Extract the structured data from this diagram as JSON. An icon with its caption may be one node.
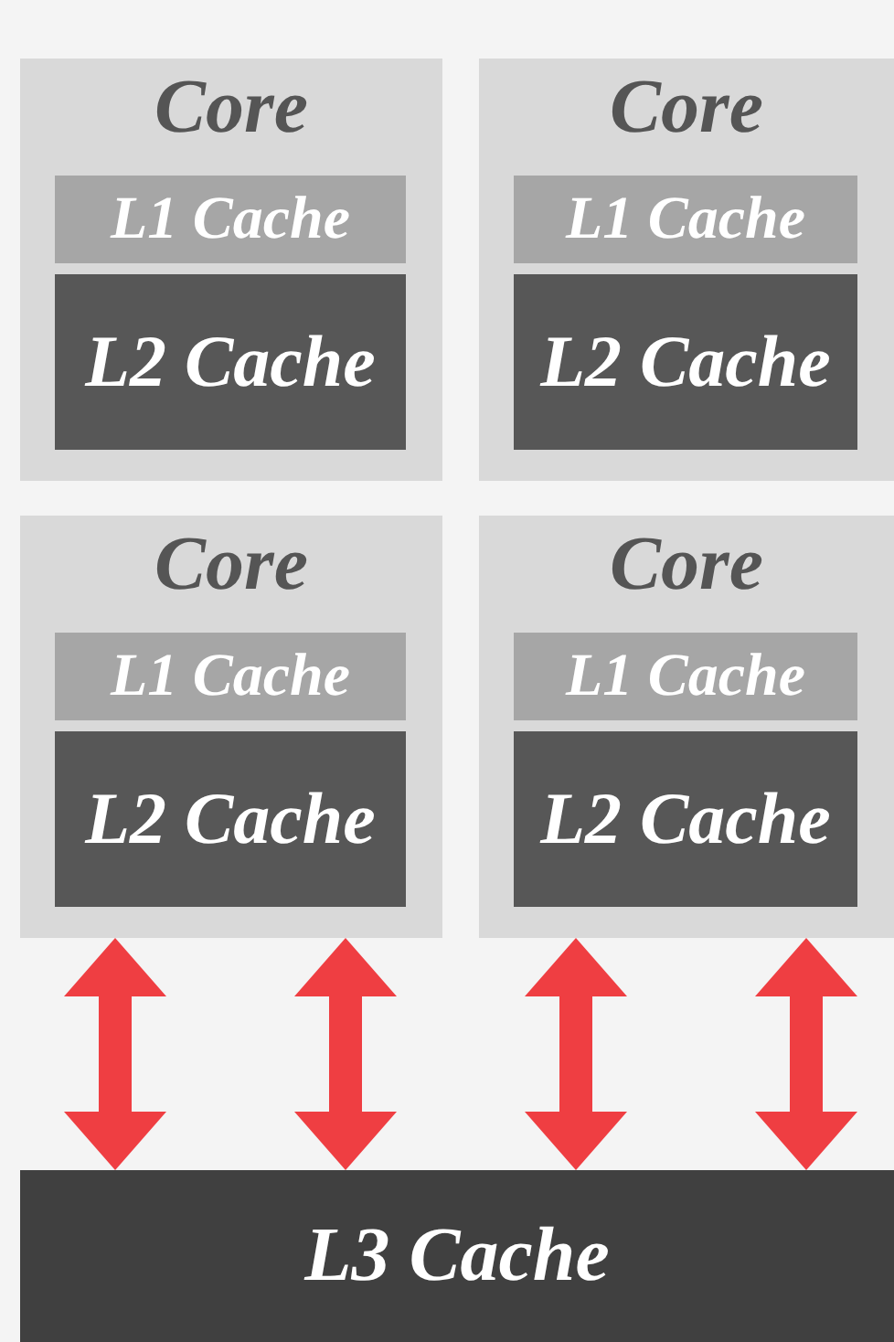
{
  "diagram": {
    "nodes": [
      {
        "text": [
          "Core"
        ]
      },
      {
        "text": [
          "L1 Cache"
        ],
        "in": 0
      },
      {
        "text": [
          "L2 Cache"
        ],
        "in": 0
      },
      {
        "text": [
          "Core"
        ]
      },
      {
        "text": [
          "L1 Cache"
        ],
        "in": 3
      },
      {
        "text": [
          "L2 Cache"
        ],
        "in": 3
      },
      {
        "text": [
          "Core"
        ]
      },
      {
        "text": [
          "L1 Cache"
        ],
        "in": 6
      },
      {
        "text": [
          "L2 Cache"
        ],
        "in": 6
      },
      {
        "text": [
          "Core"
        ]
      },
      {
        "text": [
          "L1 Cache"
        ],
        "in": 9
      },
      {
        "text": [
          "L2 Cache"
        ],
        "in": 9
      },
      {
        "text": [
          "L3 Cache"
        ]
      }
    ],
    "edges": [
      {
        "from": 6,
        "to": 12,
        "arrow": "both"
      },
      {
        "from": 6,
        "to": 12,
        "arrow": "both"
      },
      {
        "from": 9,
        "to": 12,
        "arrow": "both"
      },
      {
        "from": 9,
        "to": 12,
        "arrow": "both"
      }
    ]
  }
}
